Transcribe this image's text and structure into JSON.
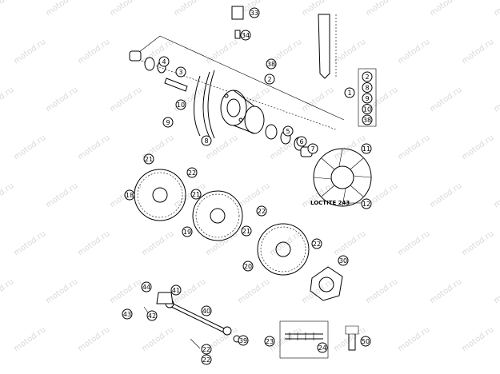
{
  "watermark": "motod.ru",
  "note": "LOCTITE 243",
  "group_list": [
    "2",
    "8",
    "9",
    "10",
    "38"
  ],
  "callouts": [
    "1",
    "2",
    "3",
    "4",
    "5",
    "6",
    "7",
    "8",
    "9",
    "10",
    "11",
    "12",
    "18",
    "19",
    "20",
    "21",
    "22",
    "23",
    "24",
    "30",
    "33",
    "34",
    "38",
    "39",
    "40",
    "41",
    "42",
    "43",
    "44",
    "50"
  ]
}
